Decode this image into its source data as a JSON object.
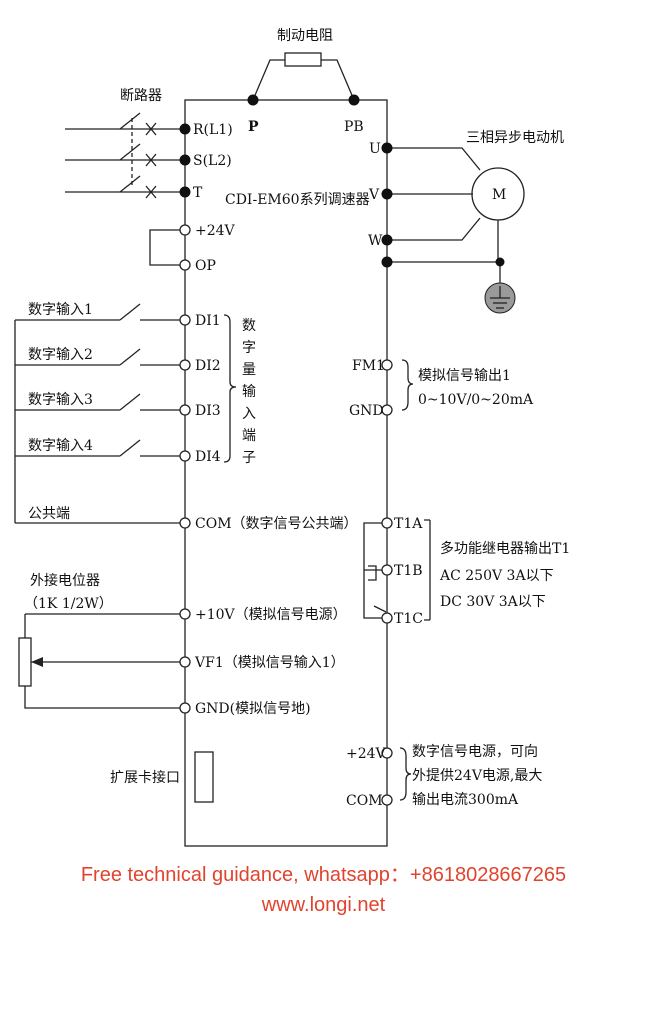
{
  "diagram": {
    "brake_resistor": "制动电阻",
    "breaker": "断路器",
    "terminal_p": "P",
    "terminal_pb": "PB",
    "motor_title": "三相异步电动机",
    "motor_symbol": "M",
    "input_terminals": [
      "R(L1)",
      "S(L2)",
      "T"
    ],
    "output_terminals": [
      "U",
      "V",
      "W"
    ],
    "model": "CDI-EM60系列调速器",
    "t_24v": "+24V",
    "t_op": "OP",
    "digital_inputs": [
      "数字输入1",
      "数字输入2",
      "数字输入3",
      "数字输入4"
    ],
    "di_terminals": [
      "DI1",
      "DI2",
      "DI3",
      "DI4"
    ],
    "di_group_label": [
      "数",
      "字",
      "量",
      "输",
      "入",
      "端",
      "子"
    ],
    "common_label": "公共端",
    "com_terminal": "COM（数字信号公共端）",
    "pot_label": "外接电位器",
    "pot_spec": "（1K 1/2W）",
    "t_10v": "+10V（模拟信号电源）",
    "t_vf1": "VF1（模拟信号输入1）",
    "t_gnd_analog": "GND(模拟信号地)",
    "expansion_card": "扩展卡接口",
    "fm1": "FM1",
    "gnd_right": "GND",
    "analog_output_line1": "模拟信号输出1",
    "analog_output_line2": "0~10V/0~20mA",
    "relay_terminals": [
      "T1A",
      "T1B",
      "T1C"
    ],
    "relay_line1": "多功能继电器输出T1",
    "relay_line2": "AC 250V   3A以下",
    "relay_line3": "DC 30V    3A以下",
    "t_24v_right": "+24V",
    "com_right": "COM",
    "power_line1": "数字信号电源，可向",
    "power_line2": "外提供24V电源,最大",
    "power_line3": "输出电流300mA"
  },
  "footer": {
    "line1": "Free technical guidance, whatsapp：+8618028667265",
    "line2": "www.longi.net"
  },
  "colors": {
    "footer_text": "#e0442e",
    "line": "#222222",
    "ground_fill": "#9a9a9a"
  }
}
